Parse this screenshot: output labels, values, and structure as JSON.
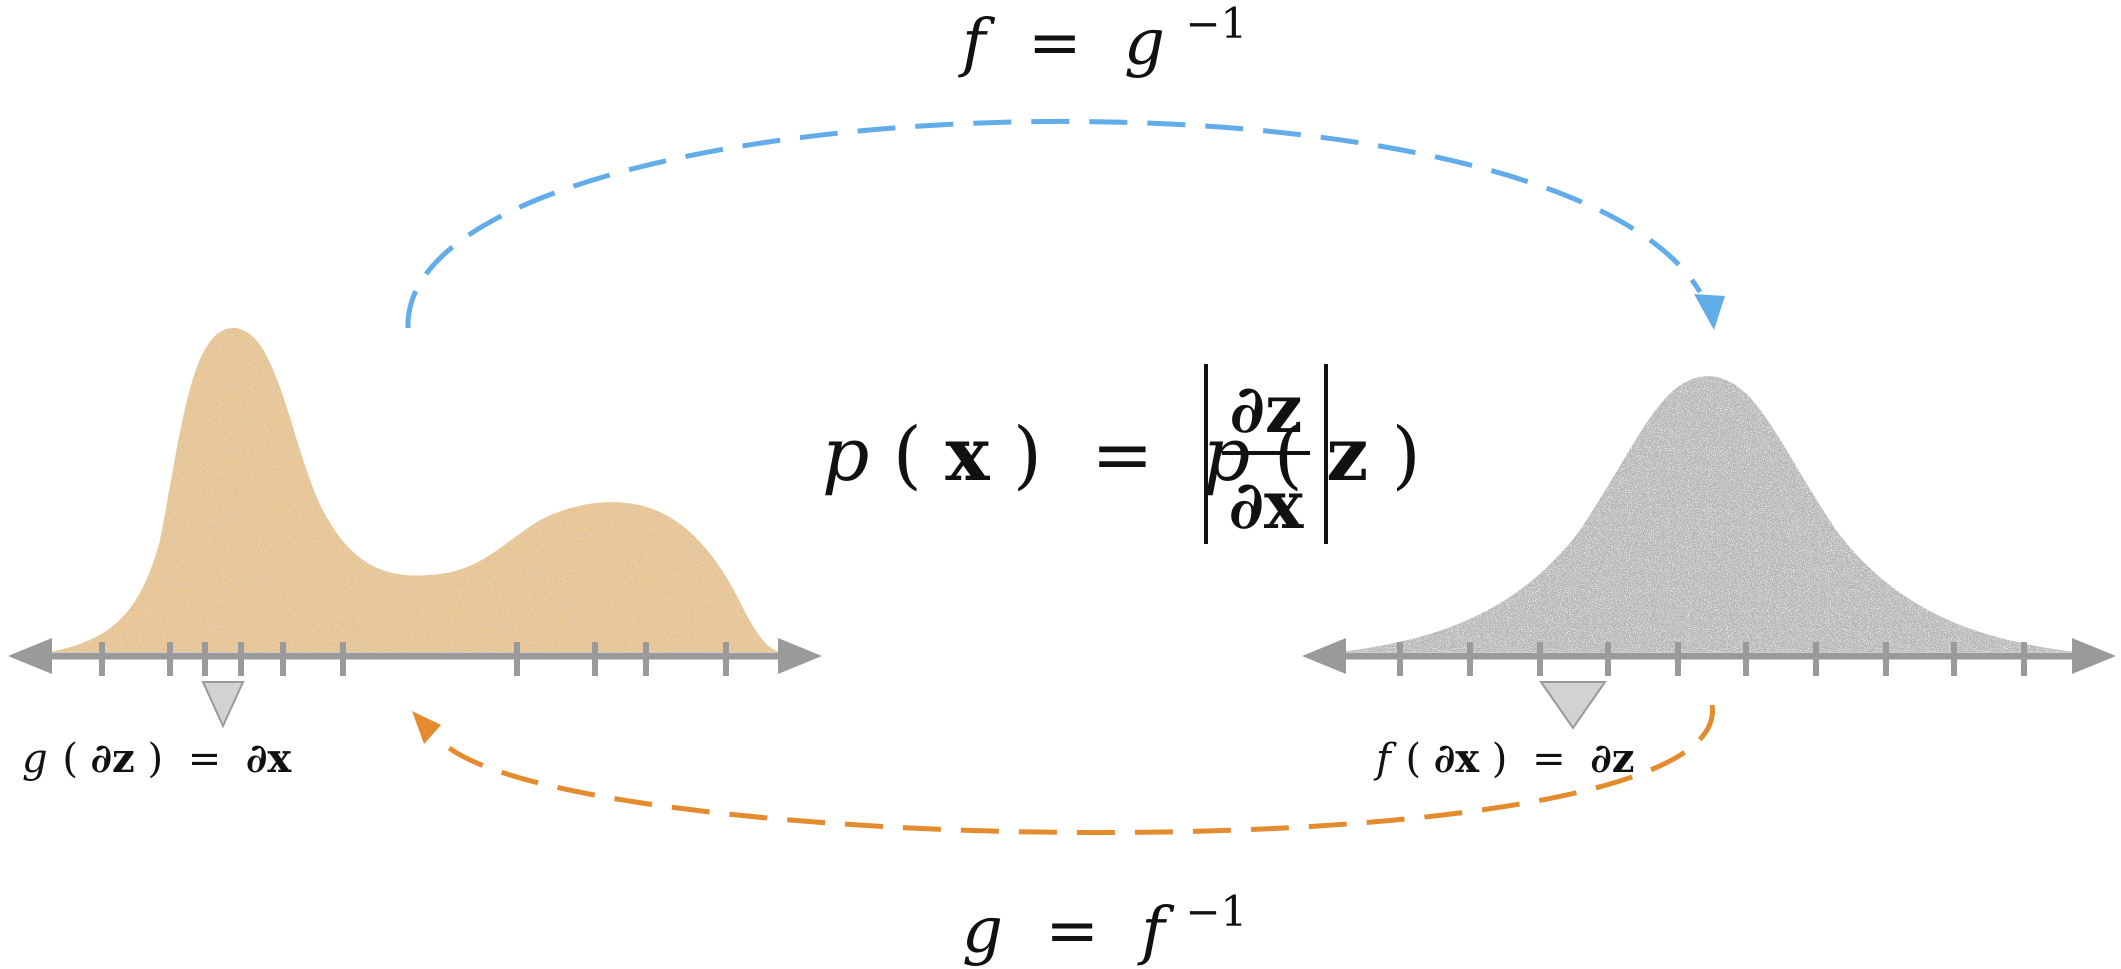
{
  "top_map": {
    "lhs": "f",
    "eq": "=",
    "rhs": "g",
    "sup": "−1",
    "arrow_color": "#63acea"
  },
  "bottom_map": {
    "lhs": "g",
    "eq": "=",
    "rhs": "f",
    "sup": "−1",
    "arrow_color": "#e48b2e"
  },
  "center_equation": {
    "left": "p",
    "left_arg": "x",
    "eq": "=",
    "right": "p",
    "right_arg": "z",
    "frac_num": "∂z",
    "frac_den": "∂x"
  },
  "left_distribution": {
    "shape": "bimodal",
    "fill_color": "#ecc996",
    "label_fn": "g",
    "label_arg": "∂z",
    "label_eq": "=",
    "label_rhs": "∂x"
  },
  "right_distribution": {
    "shape": "gaussian",
    "fill_color": "#b9b9b9",
    "label_fn": "f",
    "label_arg": "∂x",
    "label_eq": "=",
    "label_rhs": "∂z"
  },
  "axis_color": "#9a9a9a",
  "marker_color": "#d2d2d2"
}
